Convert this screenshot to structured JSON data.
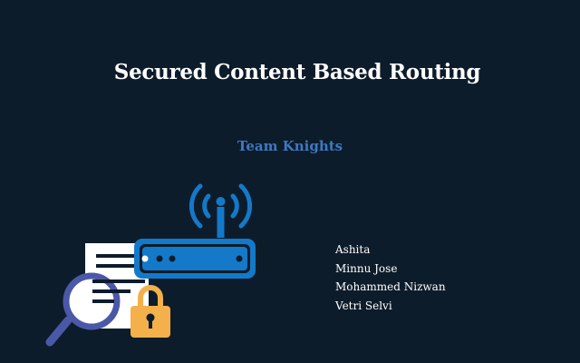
{
  "slide": {
    "title": "Secured Content Based Routing",
    "subtitle": "Team Knights",
    "members": [
      "Ashita",
      "Minnu Jose",
      "Mohammed Nizwan",
      "Vetri Selvi"
    ],
    "illustration_icons": [
      "wifi-signal-icon",
      "router-icon",
      "document-icon",
      "magnifying-glass-icon",
      "padlock-icon"
    ]
  },
  "colors": {
    "background": "#0d1c2b",
    "title": "#ffffff",
    "subtitle": "#3f78c2",
    "router_blue": "#1479c8",
    "magnifier": "#4b58a8",
    "lock": "#f4b04a"
  }
}
